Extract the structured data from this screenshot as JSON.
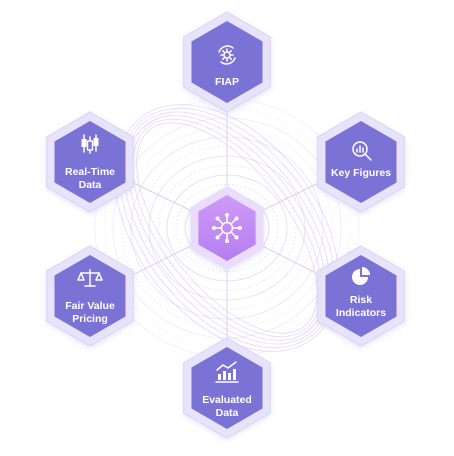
{
  "center": {
    "icon": "network-hub-icon"
  },
  "nodes": [
    {
      "id": "fiap",
      "lines": [
        "FIAP"
      ],
      "icon": "gear-cycle-icon"
    },
    {
      "id": "key-figures",
      "lines": [
        "Key Figures"
      ],
      "icon": "magnifier-chart-icon"
    },
    {
      "id": "risk-indicators",
      "lines": [
        "Risk",
        "Indicators"
      ],
      "icon": "pie-chart-icon"
    },
    {
      "id": "evaluated-data",
      "lines": [
        "Evaluated",
        "Data"
      ],
      "icon": "bar-chart-trend-icon"
    },
    {
      "id": "fair-value-pricing",
      "lines": [
        "Fair Value",
        "Pricing"
      ],
      "icon": "scales-icon"
    },
    {
      "id": "real-time-data",
      "lines": [
        "Real-Time",
        "Data"
      ],
      "icon": "candlestick-icon"
    }
  ],
  "colors": {
    "hex_fill": "#7b72d6",
    "hex_ring": "#e6e3fb",
    "hex_ring_stroke": "#d7d2f6",
    "center_fill": "#c28cf3",
    "center_ring": "#eadcfb",
    "orbit": "#d9c9f6"
  }
}
